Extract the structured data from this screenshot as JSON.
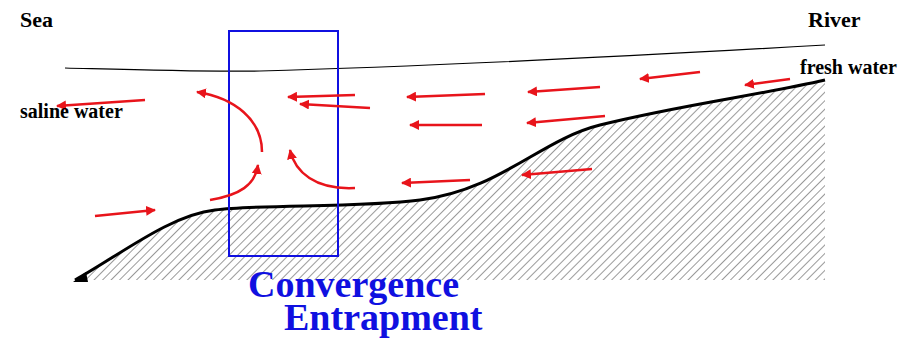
{
  "diagram": {
    "labels": [
      "Sea",
      "River",
      "fresh water",
      "saline water",
      "Convergence",
      "Entrapment"
    ]
  }
}
